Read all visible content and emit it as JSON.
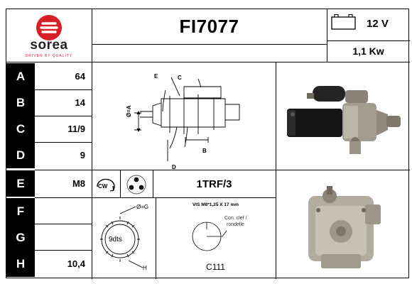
{
  "brand": {
    "name": "sorea",
    "tagline": "DRIVEN BY QUALITY",
    "colors": {
      "primary": "#d61f26",
      "dark": "#231f20"
    }
  },
  "header": {
    "part_number": "FI7077",
    "voltage": "12 V",
    "power": "1,1 Kw"
  },
  "specs": [
    {
      "letter": "A",
      "value": "64"
    },
    {
      "letter": "B",
      "value": "14"
    },
    {
      "letter": "C",
      "value": "11/9"
    },
    {
      "letter": "D",
      "value": "9"
    },
    {
      "letter": "E",
      "value": "M8"
    },
    {
      "letter": "F",
      "value": ""
    },
    {
      "letter": "G",
      "value": ""
    },
    {
      "letter": "H",
      "value": "10,4"
    }
  ],
  "diagram_labels": {
    "e": "E",
    "c": "C",
    "a": "Ø=A",
    "b": "B",
    "d": "D",
    "g": "Ø=G",
    "teeth": "9dts",
    "h": "H"
  },
  "rotation": {
    "direction": "CW"
  },
  "mounting_code": "1TRF/3",
  "terminal": {
    "screw": "VIS M8*1,25 X 17 mm",
    "washer_label_1": "Con. clef /",
    "washer_label_2": "rondelle",
    "code": "C111"
  },
  "icons": {
    "battery": "battery-icon",
    "rotation": "clockwise-arrow-icon",
    "mounting": "three-hole-flange-icon"
  }
}
